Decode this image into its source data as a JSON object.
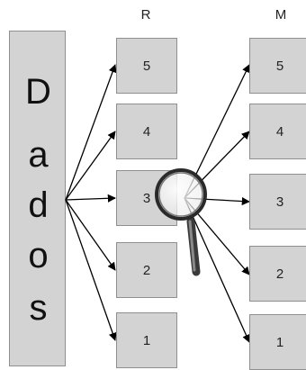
{
  "headers": {
    "r": "R",
    "m": "M"
  },
  "dados_letters": [
    "D",
    "a",
    "d",
    "o",
    "s"
  ],
  "r_boxes": [
    "5",
    "4",
    "3",
    "2",
    "1"
  ],
  "m_boxes": [
    "5",
    "4",
    "3",
    "2",
    "1"
  ],
  "icon": "magnifying-glass-icon"
}
